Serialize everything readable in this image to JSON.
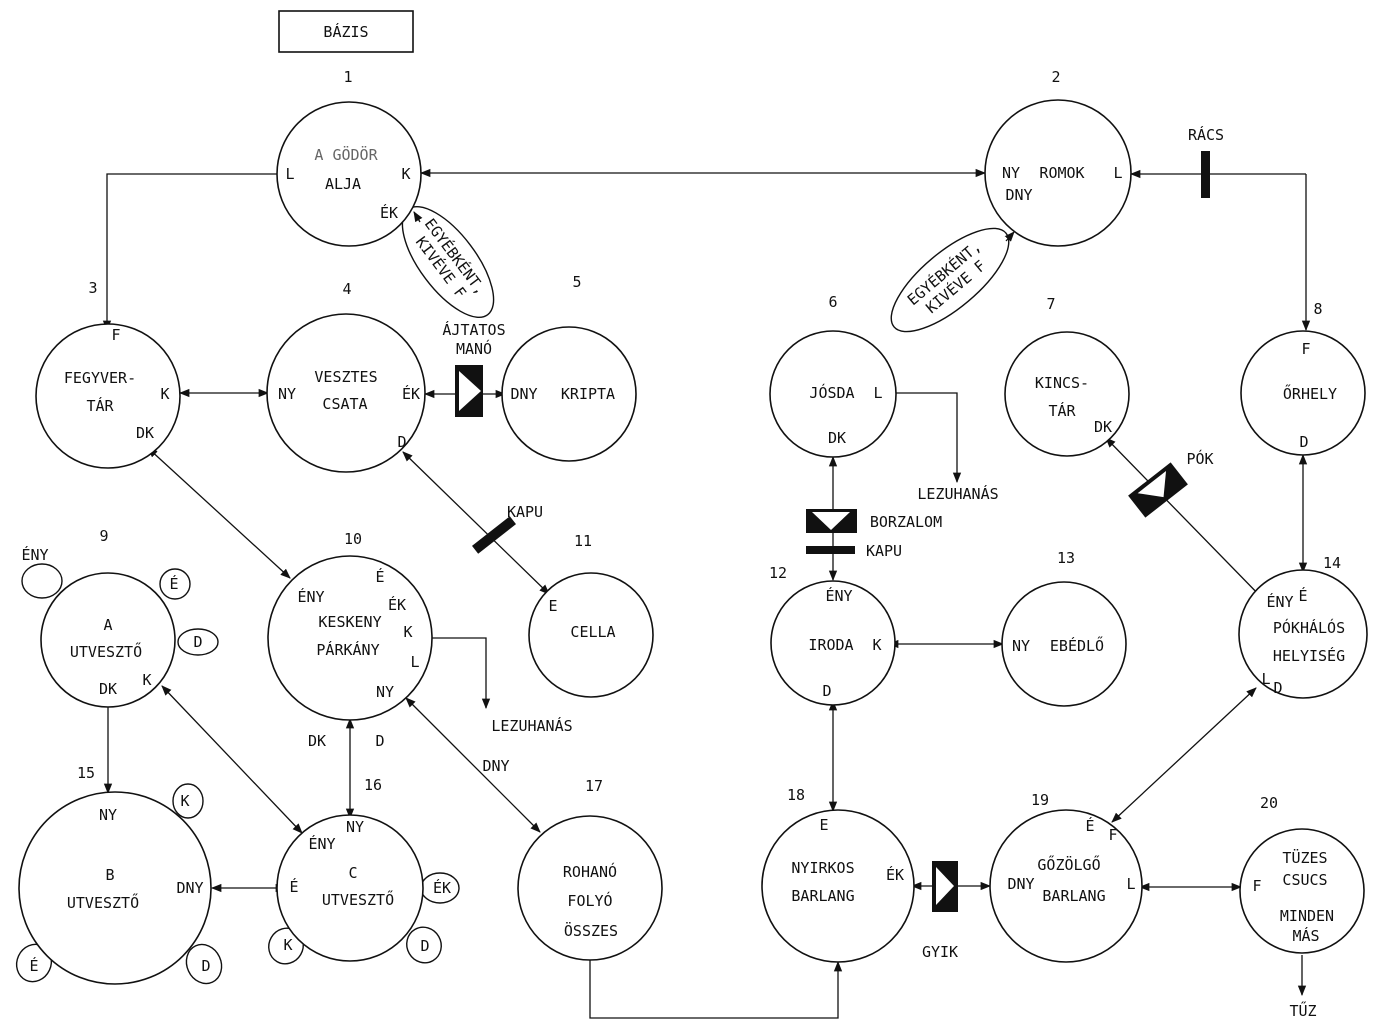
{
  "base_label": "BÁZIS",
  "rooms": [
    {
      "n": "1",
      "lines": [
        "A GÖDÖR",
        "ALJA"
      ]
    },
    {
      "n": "2",
      "lines": [
        "ROMOK"
      ]
    },
    {
      "n": "3",
      "lines": [
        "FEGYVER-",
        "TÁR"
      ]
    },
    {
      "n": "4",
      "lines": [
        "VESZTES",
        "CSATA"
      ]
    },
    {
      "n": "5",
      "lines": [
        "KRIPTA"
      ]
    },
    {
      "n": "6",
      "lines": [
        "JÓSDA"
      ]
    },
    {
      "n": "7",
      "lines": [
        "KINCS-",
        "TÁR"
      ]
    },
    {
      "n": "8",
      "lines": [
        "ŐRHELY"
      ]
    },
    {
      "n": "9",
      "lines": [
        "A",
        "UTVESZTŐ"
      ]
    },
    {
      "n": "10",
      "lines": [
        "KESKENY",
        "PÁRKÁNY"
      ]
    },
    {
      "n": "11",
      "lines": [
        "CELLA"
      ]
    },
    {
      "n": "12",
      "lines": [
        "IRODA"
      ]
    },
    {
      "n": "13",
      "lines": [
        "EBÉDLŐ"
      ]
    },
    {
      "n": "14",
      "lines": [
        "PÓKHÁLÓS",
        "HELYISÉG"
      ]
    },
    {
      "n": "15",
      "lines": [
        "B",
        "UTVESZTŐ"
      ]
    },
    {
      "n": "16",
      "lines": [
        "C",
        "UTVESZTŐ"
      ]
    },
    {
      "n": "17",
      "lines": [
        "ROHANÓ",
        "FOLYÓ",
        "ÖSSZES"
      ]
    },
    {
      "n": "18",
      "lines": [
        "NYIRKOS",
        "BARLANG"
      ]
    },
    {
      "n": "19",
      "lines": [
        "GŐZÖLGŐ",
        "BARLANG"
      ]
    },
    {
      "n": "20",
      "lines": [
        "TÜZES",
        "CSUCS",
        "MINDEN",
        "MÁS"
      ]
    }
  ],
  "direction_labels": [
    "L",
    "K",
    "ÉK",
    "NY",
    "DNY",
    "F",
    "DK",
    "D",
    "É",
    "ÉNY",
    "E"
  ],
  "notes": {
    "otherwise_1": [
      "EGYÉBKÉNT,",
      "KIVÉVE F"
    ],
    "otherwise_2": [
      "EGYÉBKÉNT,",
      "KIVÉVE F"
    ],
    "ajtatos": [
      "ÁJTATOS",
      "MANÓ"
    ],
    "racs": "RÁCS",
    "kapu_1": "KAPU",
    "kapu_2": "KAPU",
    "borzalom": "BORZALOM",
    "pok": "PÓK",
    "gyik": "GYIK",
    "lezuhanas_1": "LEZUHANÁS",
    "lezuhanas_2": "LEZUHANÁS",
    "tuz": "TŰZ"
  }
}
